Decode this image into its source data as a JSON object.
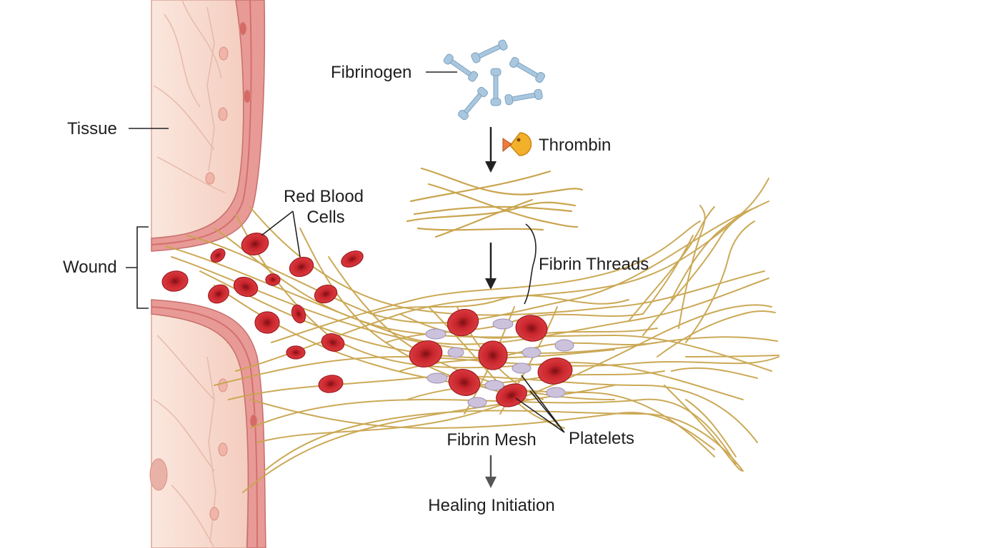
{
  "labels": {
    "fibrinogen": "Fibrinogen",
    "thrombin": "Thrombin",
    "tissue": "Tissue",
    "red_blood_cells_line1": "Red Blood",
    "red_blood_cells_line2": "Cells",
    "wound": "Wound",
    "fibrin_threads": "Fibrin Threads",
    "fibrin_mesh": "Fibrin Mesh",
    "platelets": "Platelets",
    "healing_initiation": "Healing Initiation"
  },
  "colors": {
    "fiber": "#c9a54e",
    "fiber_light": "#e6cf8f",
    "rbc": "#c8262d",
    "rbc_dark": "#8f141a",
    "platelet": "#c9bfd8",
    "fibrinogen": "#a9c7de",
    "thrombin": "#f3b02b",
    "tissue": "#f7d8cc",
    "vessel_wall": "#e58f8f",
    "arrow": "#222222"
  },
  "icons": {
    "fibrinogen_molecule": "fibrinogen-molecule-icon",
    "thrombin_enzyme": "thrombin-enzyme-icon"
  }
}
